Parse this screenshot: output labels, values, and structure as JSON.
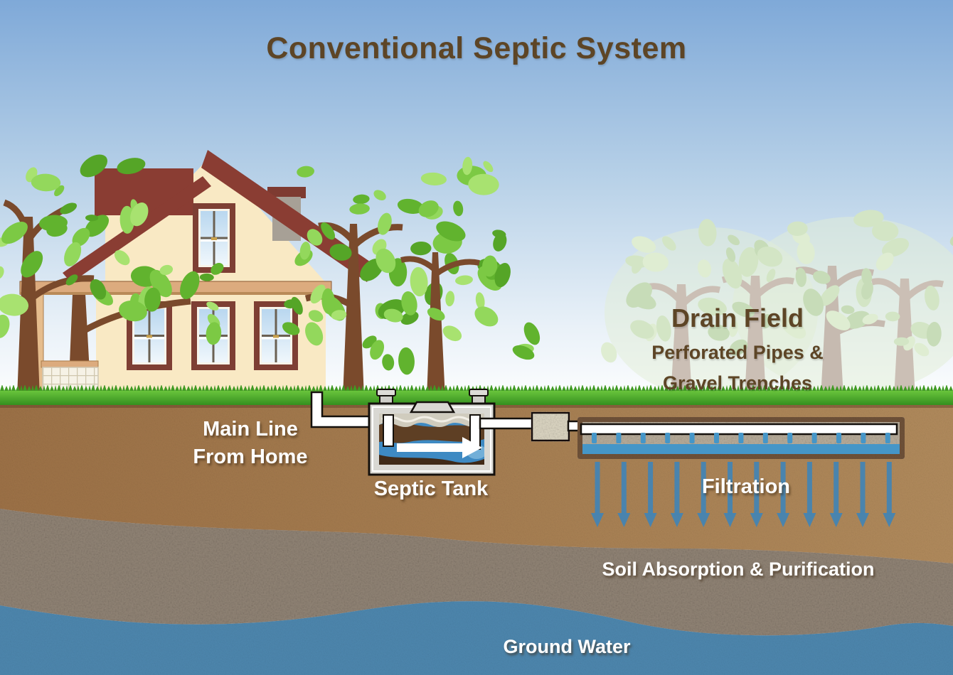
{
  "title": "Conventional Septic System",
  "labels": {
    "main_line_1": "Main Line",
    "main_line_2": "From Home",
    "septic_tank": "Septic Tank",
    "drain_field": "Drain Field",
    "drain_field_sub_1": "Perforated Pipes &",
    "drain_field_sub_2": "Gravel Trenches",
    "filtration": "Filtration",
    "soil_absorption": "Soil Absorption & Purification",
    "ground_water": "Ground Water"
  },
  "colors": {
    "heading_text": "#5d4526",
    "label_text": "#ffffff",
    "sky_top": "#7fa9d8",
    "grass": "#4da52b",
    "topsoil": "#a3794e",
    "subsoil": "#8e8173",
    "ground_water": "#4d86ad",
    "roof": "#8a3d33",
    "house_wall": "#f9e9c4",
    "effluent_water": "#3e8ac3",
    "sludge": "#402a18",
    "pipe": "#ffffff",
    "gravel": "#b5aa98",
    "filtration_arrow": "#4584b2"
  }
}
